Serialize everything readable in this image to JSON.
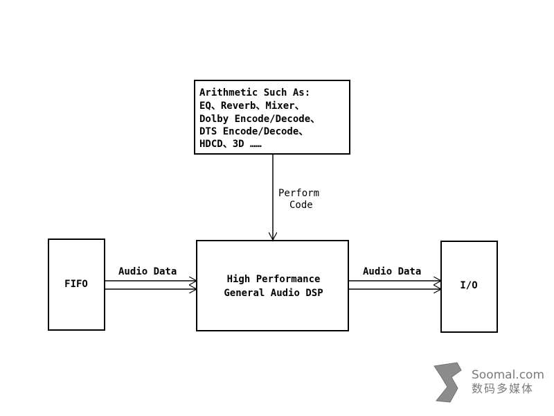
{
  "arithmetic_box": {
    "lines": [
      "Arithmetic Such As:",
      "EQ、Reverb、Mixer、",
      "Dolby Encode/Decode、",
      "DTS Encode/Decode、",
      "HDCD、3D ……"
    ]
  },
  "perform_code": {
    "line1": "Perform",
    "line2": "Code"
  },
  "fifo_box": {
    "label": "FIFO"
  },
  "dsp_box": {
    "line1": "High Performance",
    "line2": "General  Audio DSP"
  },
  "io_box": {
    "label": "I/O"
  },
  "arrows": {
    "left_label": "Audio Data",
    "right_label": "Audio Data"
  },
  "watermark": {
    "brand": "Soomal.com",
    "subtitle": "数码多媒体",
    "logo_color": "#8c8c8c"
  }
}
